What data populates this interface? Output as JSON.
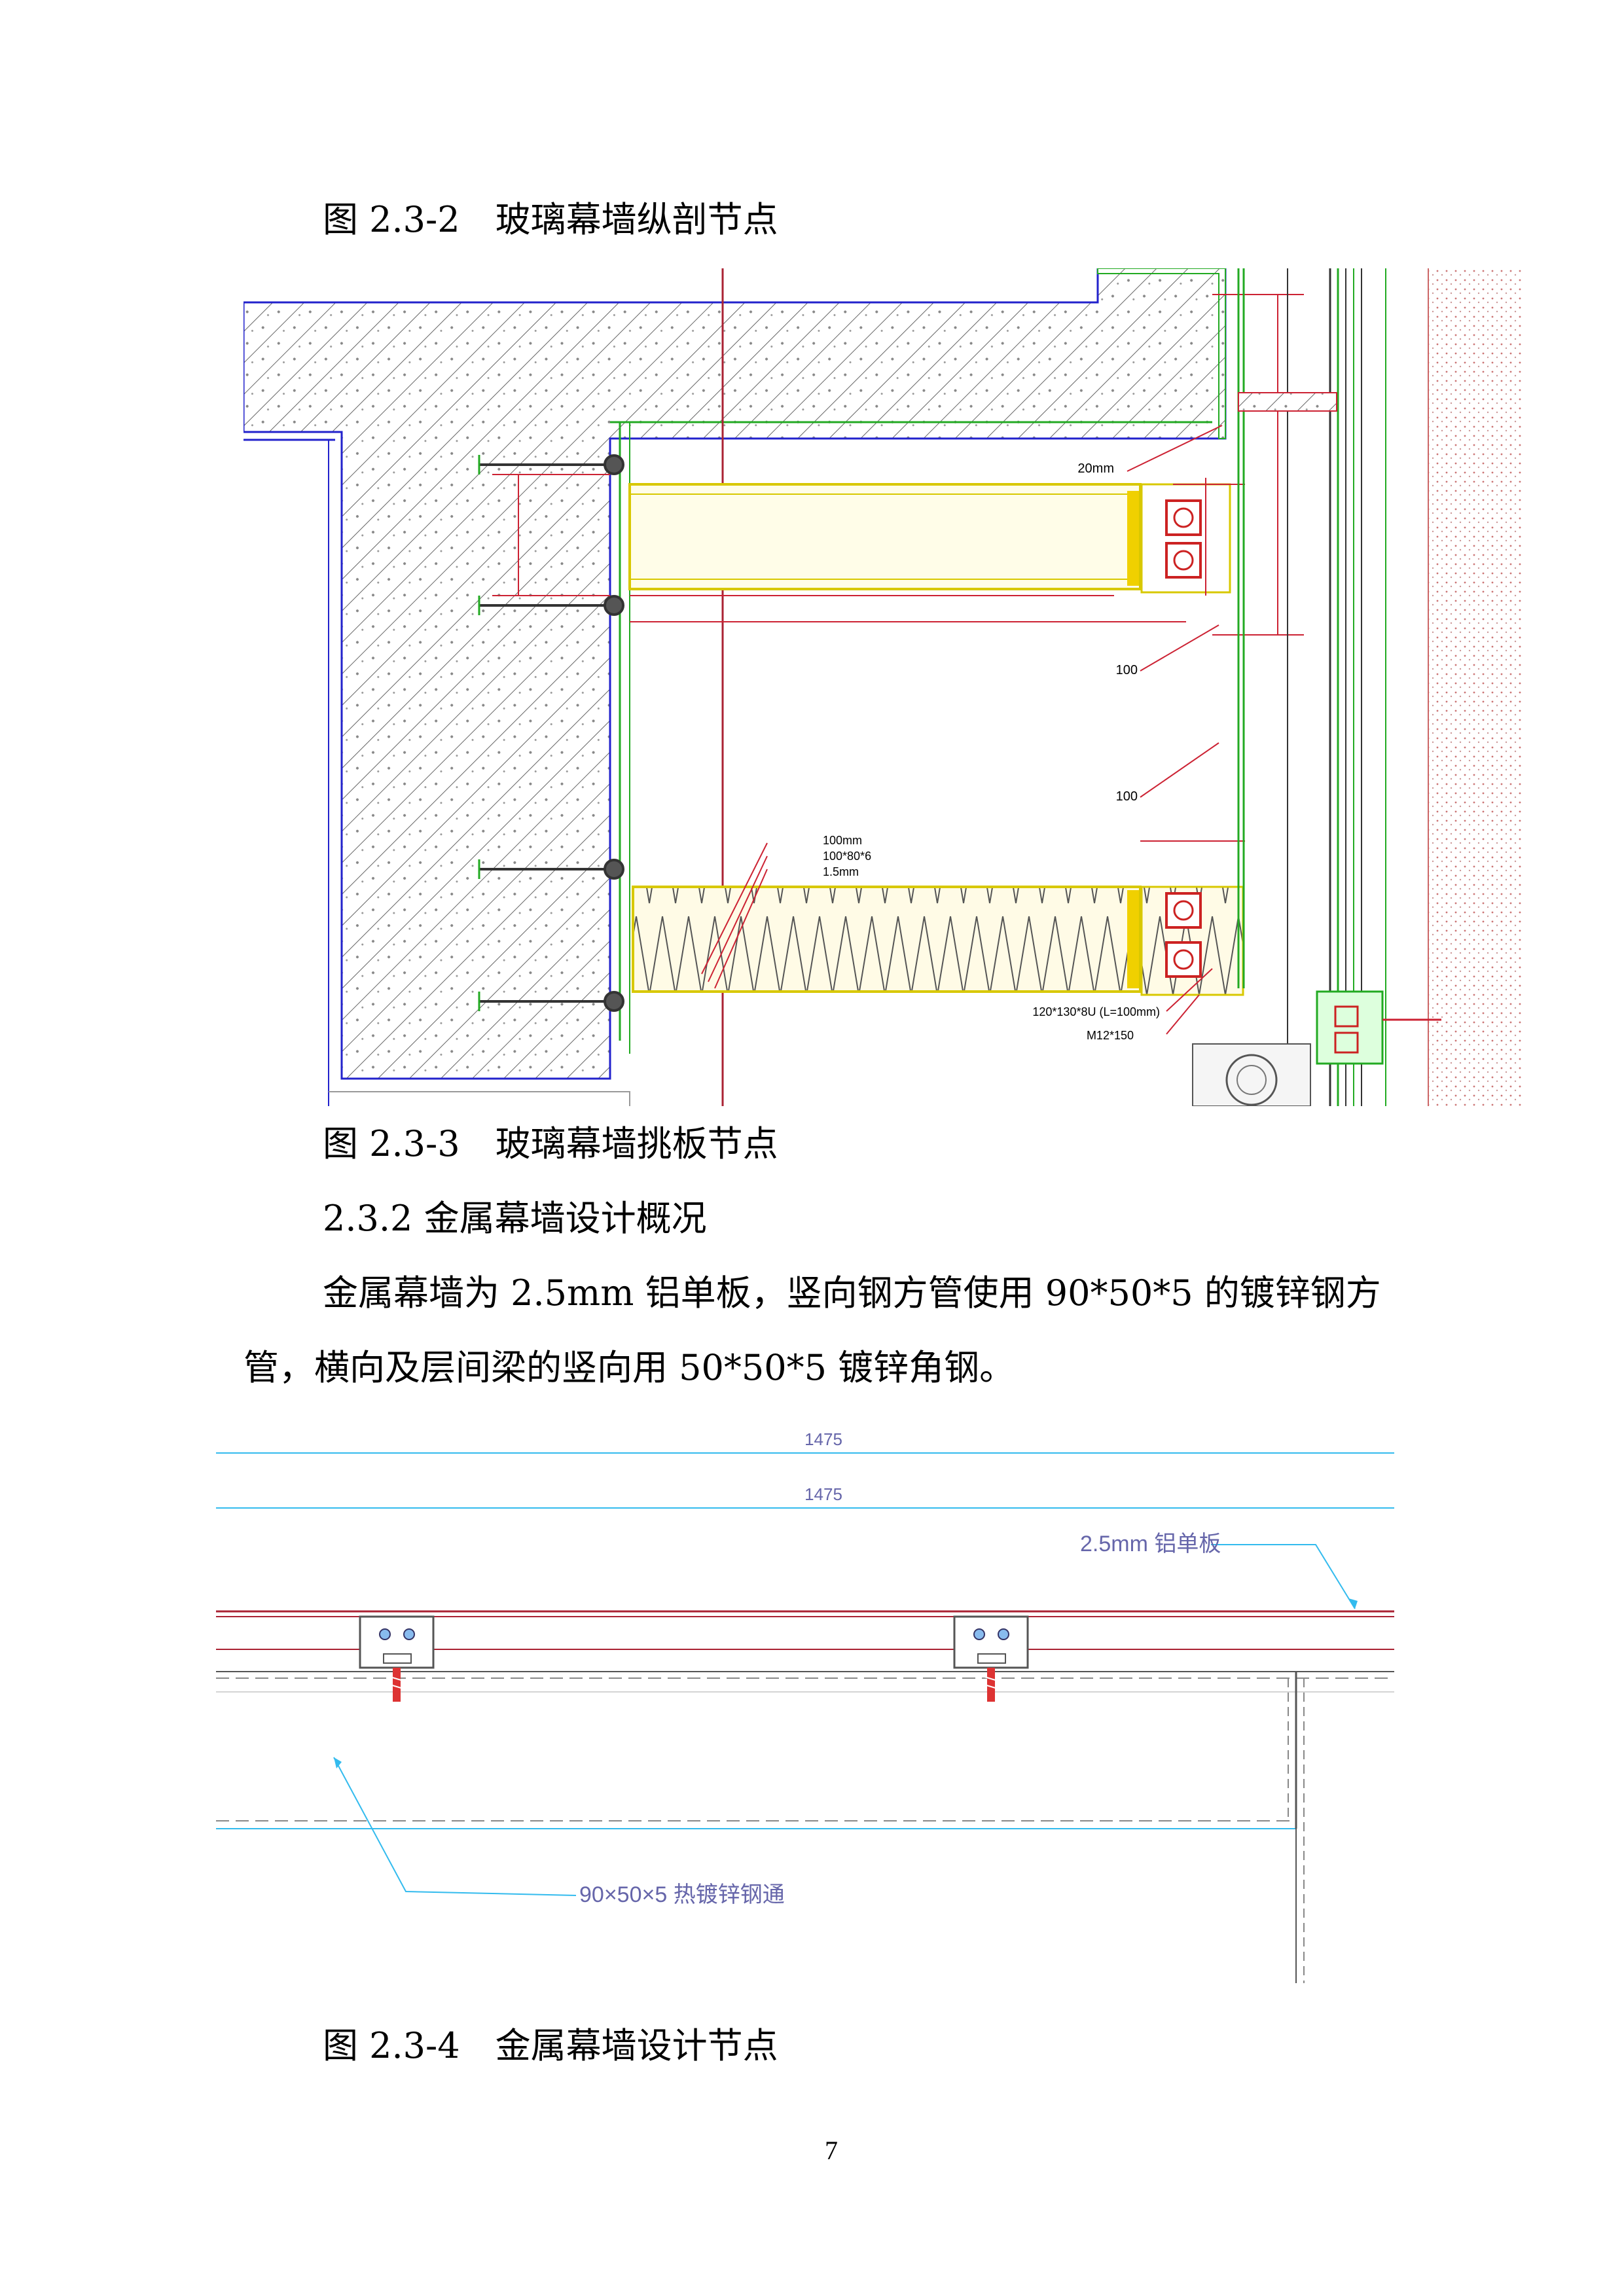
{
  "captions": {
    "fig_2_3_2": "图 2.3-2　玻璃幕墙纵剖节点",
    "fig_2_3_3": "图 2.3-3　玻璃幕墙挑板节点",
    "fig_2_3_4": "图 2.3-4　金属幕墙设计节点"
  },
  "section": {
    "heading": "2.3.2 金属幕墙设计概况",
    "paragraph_line1": "金属幕墙为 2.5mm 铝单板，竖向钢方管使用 90*50*5 的镀锌钢方",
    "paragraph_line2": "管，横向及层间梁的竖向用 50*50*5 镀锌角钢。"
  },
  "drawing1": {
    "labels": {
      "l_20mm": "20mm",
      "l_100a": "100",
      "l_100b": "100",
      "l_100mm": "100mm",
      "l_100x80": "100*80*6",
      "l_15mm": "1.5mm",
      "l_120": "120*130*8U (L=100mm)",
      "l_m12": "M12*150"
    }
  },
  "drawing2": {
    "dim_top": "1475",
    "dim_second": "1475",
    "label_panel": "2.5mm 铝单板",
    "label_tube": "90×50×5 热镀锌钢通"
  },
  "page_number": "7",
  "colors": {
    "hatch": "#555555",
    "outline_blue": "#2222cc",
    "outline_green": "#22aa22",
    "steel_yellow": "#d8c800",
    "section_red": "#aa2233",
    "cyan": "#33bbee",
    "purple_text": "#6666aa"
  }
}
